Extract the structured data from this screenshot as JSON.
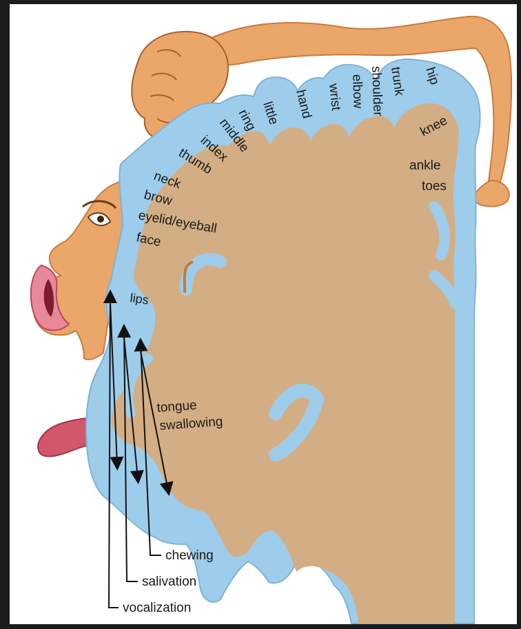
{
  "diagram": {
    "body_parts": [
      {
        "id": "hip",
        "text": "hip"
      },
      {
        "id": "trunk",
        "text": "trunk"
      },
      {
        "id": "shoulder",
        "text": "shoulder"
      },
      {
        "id": "elbow",
        "text": "elbow"
      },
      {
        "id": "wrist",
        "text": "wrist"
      },
      {
        "id": "hand",
        "text": "hand"
      },
      {
        "id": "little",
        "text": "little"
      },
      {
        "id": "ring",
        "text": "ring"
      },
      {
        "id": "middle",
        "text": "middle"
      },
      {
        "id": "index",
        "text": "index"
      },
      {
        "id": "thumb",
        "text": "thumb"
      },
      {
        "id": "neck",
        "text": "neck"
      },
      {
        "id": "brow",
        "text": "brow"
      },
      {
        "id": "eyelid",
        "text": "eyelid/eyeball"
      },
      {
        "id": "face",
        "text": "face"
      },
      {
        "id": "lips",
        "text": "lips"
      },
      {
        "id": "tongue",
        "text": "tongue"
      },
      {
        "id": "swallowing",
        "text": "swallowing"
      },
      {
        "id": "knee",
        "text": "knee"
      },
      {
        "id": "ankle",
        "text": "ankle"
      },
      {
        "id": "toes",
        "text": "toes"
      }
    ],
    "functions": [
      {
        "id": "chewing",
        "text": "chewing"
      },
      {
        "id": "salivation",
        "text": "salivation"
      },
      {
        "id": "vocalization",
        "text": "vocalization"
      }
    ],
    "colors": {
      "cortex": "#9dcdea",
      "white_matter": "#d3ae84",
      "skin": "#eba66a",
      "skin_shadow": "#c97a3c",
      "tongue": "#d2576a",
      "background": "#ffffff",
      "frame": "#1c1c1c"
    }
  }
}
